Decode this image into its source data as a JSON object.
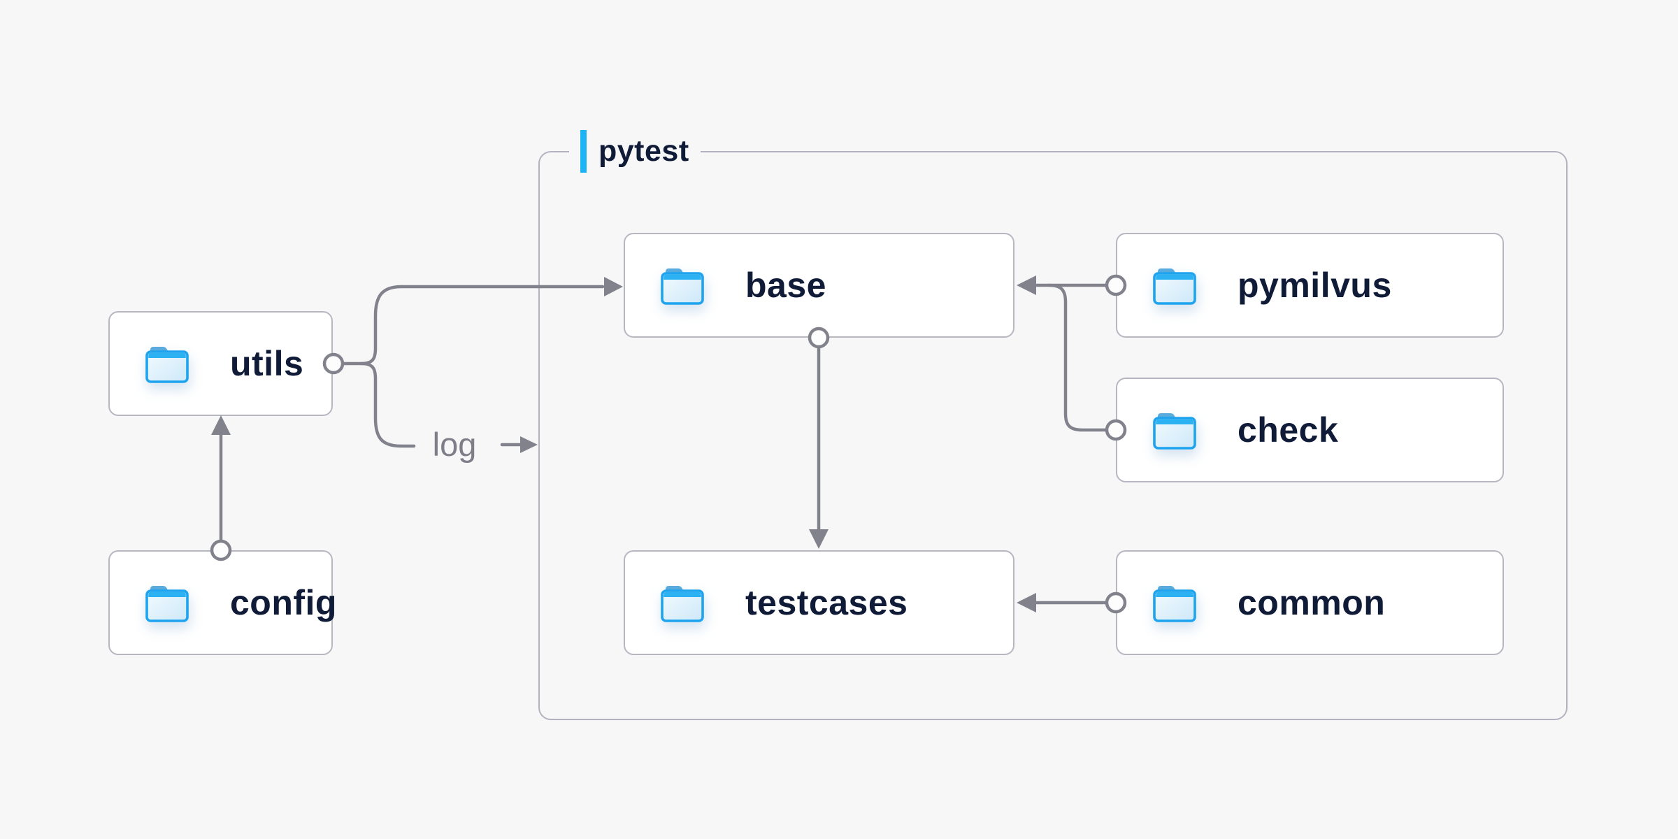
{
  "diagram": {
    "container": {
      "label": "pytest"
    },
    "nodes": {
      "utils": {
        "label": "utils"
      },
      "config": {
        "label": "config"
      },
      "base": {
        "label": "base"
      },
      "pymilvus": {
        "label": "pymilvus"
      },
      "check": {
        "label": "check"
      },
      "testcases": {
        "label": "testcases"
      },
      "common": {
        "label": "common"
      }
    },
    "edge_label": {
      "log": "log"
    },
    "edges": [
      {
        "from": "config",
        "to": "utils"
      },
      {
        "from": "utils",
        "to": "base"
      },
      {
        "from": "utils",
        "to": "log",
        "label": "log"
      },
      {
        "from": "pymilvus",
        "to": "base"
      },
      {
        "from": "check",
        "to": "base"
      },
      {
        "from": "base",
        "to": "testcases"
      },
      {
        "from": "common",
        "to": "testcases"
      }
    ],
    "colors": {
      "background": "#f7f7f8",
      "node_fill": "#ffffff",
      "node_border": "#b7b7c2",
      "container_border": "#b3b3bf",
      "edge_line": "#82828d",
      "node_text": "#101b38",
      "edge_label_text": "#7e7e88",
      "accent_blue": "#1cb4f5",
      "folder_outline": "#1ea3ee",
      "folder_tab": "#5aabdd",
      "folder_band": "#2cb1f2"
    }
  }
}
